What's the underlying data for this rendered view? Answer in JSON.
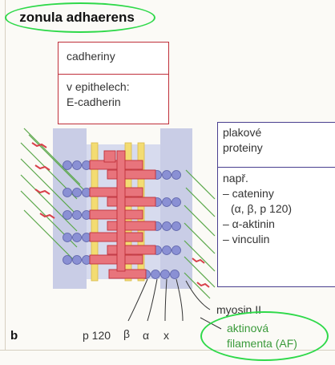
{
  "title": "zonula adhaerens",
  "panel_letter": "b",
  "cadherin_box": {
    "line1": "cadheriny",
    "line2": "v epithelech:",
    "line3": "E-cadherin"
  },
  "plaque_box": {
    "head1": "plakové",
    "head2": "proteiny",
    "intro": "např.",
    "item1": "– cateniny",
    "item1b": "(α, β, p 120)",
    "item2": "– α-aktinin",
    "item3": "– vinculin"
  },
  "labels": {
    "p120": "p 120",
    "beta": "β",
    "alpha": "α",
    "x": "x",
    "myosin": "myosin II",
    "actin1": "aktinová",
    "actin2": "filamenta (AF)"
  },
  "colors": {
    "cadherin": "#e8747c",
    "cadherin_outline": "#c0303a",
    "membrane": "#f3dc72",
    "catenin": "#8a90d4",
    "actin": "#5aa84a",
    "myosin": "#d8404a",
    "highlight": "#2fd94a",
    "plaque_panel": "#c9cde6"
  }
}
